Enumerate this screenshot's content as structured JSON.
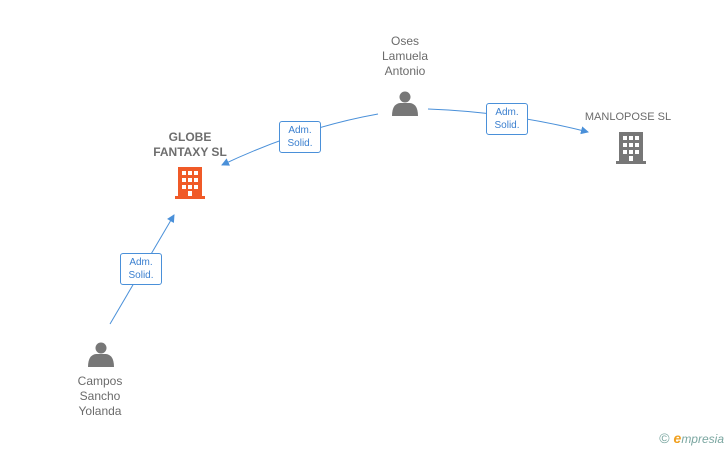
{
  "nodes": {
    "oses": {
      "label": "Oses\nLamuela\nAntonio"
    },
    "globe": {
      "label": "GLOBE\nFANTAXY SL"
    },
    "manlopose": {
      "label": "MANLOPOSE  SL"
    },
    "campos": {
      "label": "Campos\nSancho\nYolanda"
    }
  },
  "edges": {
    "oses_to_globe": {
      "line1": "Adm.",
      "line2": "Solid."
    },
    "oses_to_manlopose": {
      "line1": "Adm.",
      "line2": "Solid."
    },
    "campos_to_globe": {
      "line1": "Adm.",
      "line2": "Solid."
    }
  },
  "footer": {
    "copyright": "©",
    "brand_initial": "e",
    "brand_rest": "mpresia"
  },
  "colors": {
    "accent": "#4a90d9",
    "highlight_company": "#f05a28",
    "neutral": "#777777"
  }
}
